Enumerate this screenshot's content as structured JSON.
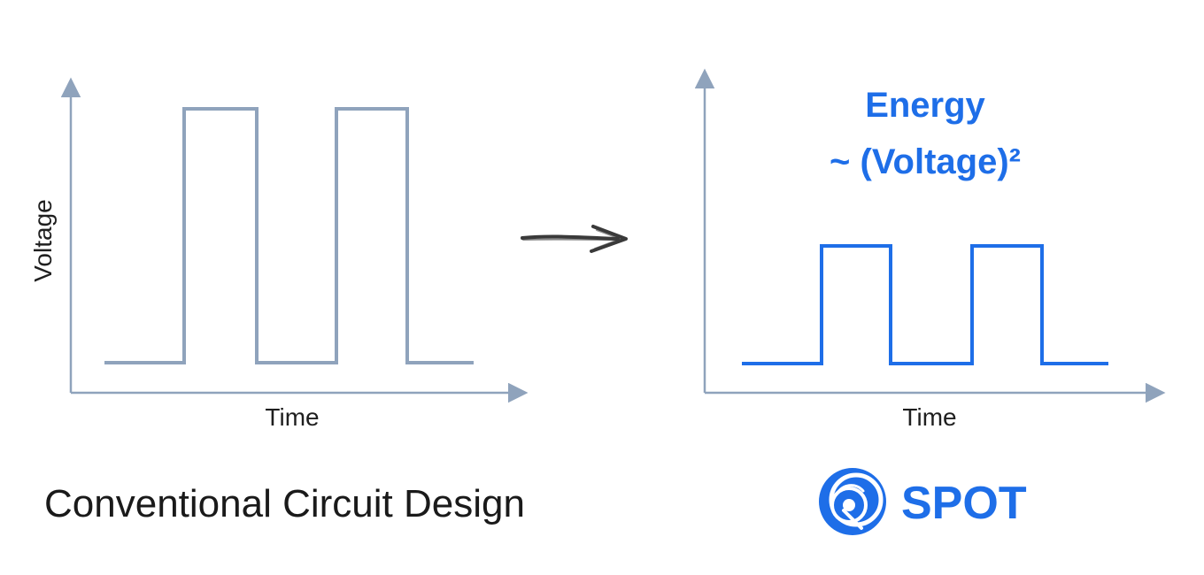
{
  "left_panel": {
    "y_axis_label": "Voltage",
    "x_axis_label": "Time",
    "caption": "Conventional Circuit Design"
  },
  "right_panel": {
    "x_axis_label": "Time",
    "annotation_line1": "Energy",
    "annotation_line2": "~ (Voltage)²",
    "brand_name": "SPOT"
  },
  "colors": {
    "conventional_signal": "#8fa3bc",
    "spot_signal": "#1e6ee8",
    "axis": "#8fa3bc",
    "arrow": "#3a3a3a"
  },
  "icons": {
    "transition_arrow": "arrow-right-icon",
    "brand_logo": "spot-logo-icon"
  }
}
